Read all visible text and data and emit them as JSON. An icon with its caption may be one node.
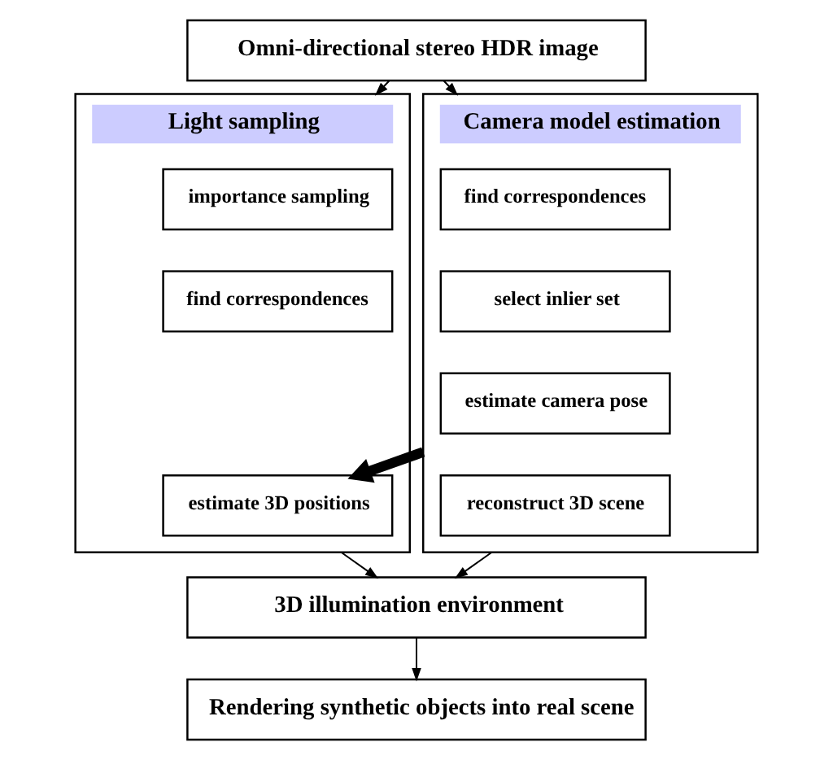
{
  "diagram": {
    "nodes": [
      {
        "text": [
          "Omni-directional stereo HDR image"
        ]
      },
      {
        "text": [
          "Light sampling"
        ]
      },
      {
        "text": [
          "importance sampling"
        ],
        "in": 1
      },
      {
        "text": [
          "find correspondences"
        ],
        "in": 1
      },
      {
        "text": [
          "estimate 3D positions"
        ],
        "in": 1
      },
      {
        "text": [
          "Camera model estimation"
        ]
      },
      {
        "text": [
          "find correspondences"
        ],
        "in": 5
      },
      {
        "text": [
          "select inlier set"
        ],
        "in": 5
      },
      {
        "text": [
          "estimate camera pose"
        ],
        "in": 5
      },
      {
        "text": [
          "reconstruct 3D scene"
        ],
        "in": 5
      },
      {
        "text": [
          "3D illumination environment"
        ]
      },
      {
        "text": [
          "Rendering synthetic objects into real scene"
        ]
      }
    ],
    "edges": [
      {
        "from": 0,
        "to": 1,
        "arrow": "to"
      },
      {
        "from": 0,
        "to": 5,
        "arrow": "to"
      },
      {
        "from": 5,
        "to": 4,
        "arrow": "to",
        "style": "thick"
      },
      {
        "from": 1,
        "to": 10,
        "arrow": "to"
      },
      {
        "from": 5,
        "to": 10,
        "arrow": "to"
      },
      {
        "from": 10,
        "to": 11,
        "arrow": "to"
      }
    ]
  }
}
